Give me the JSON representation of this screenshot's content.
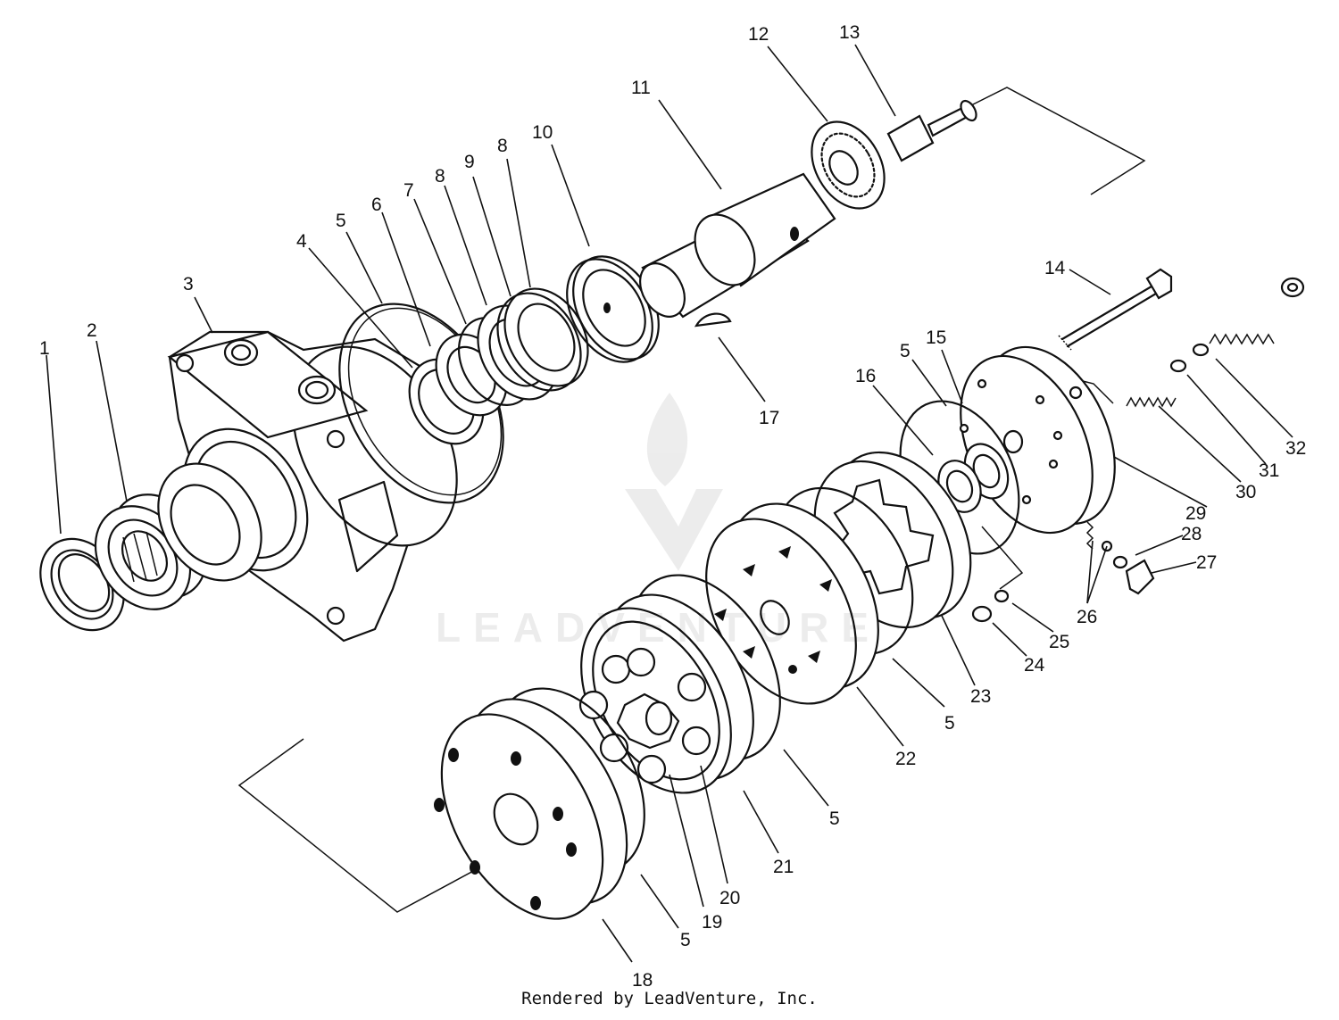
{
  "footer_text": "Rendered by LeadVenture, Inc.",
  "watermark_text": "LEADVENTURE",
  "callouts": [
    "1",
    "2",
    "3",
    "4",
    "5",
    "6",
    "7",
    "8",
    "8",
    "9",
    "10",
    "11",
    "12",
    "13",
    "14",
    "5",
    "15",
    "16",
    "17",
    "32",
    "31",
    "30",
    "29",
    "28",
    "27",
    "26",
    "25",
    "24",
    "23",
    "5",
    "22",
    "5",
    "21",
    "20",
    "19",
    "5",
    "18"
  ]
}
